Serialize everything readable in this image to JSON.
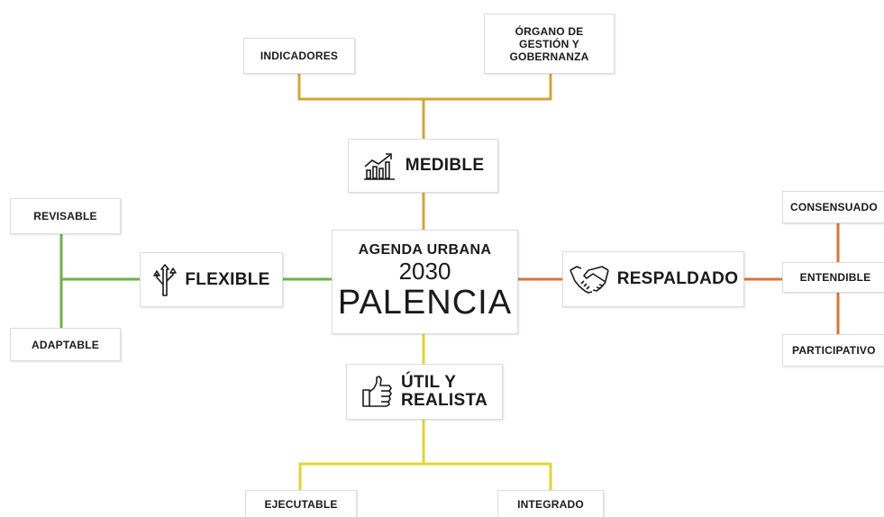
{
  "center": {
    "line1": "AGENDA URBANA",
    "line2": "2030",
    "line3": "PALENCIA"
  },
  "pillars": {
    "medible": {
      "label": "MEDIBLE",
      "icon": "bar-chart-growth-icon"
    },
    "flexible": {
      "label": "FLEXIBLE",
      "icon": "branching-arrows-icon"
    },
    "respaldado": {
      "label": "RESPALDADO",
      "icon": "handshake-icon"
    },
    "util": {
      "line1": "ÚTIL Y",
      "line2": "REALISTA",
      "icon": "thumbs-up-icon"
    }
  },
  "leaves": {
    "indicadores": "INDICADORES",
    "organo": [
      "ÓRGANO DE",
      "GESTIÓN Y",
      "GOBERNANZA"
    ],
    "revisable": "REVISABLE",
    "adaptable": "ADAPTABLE",
    "consensuado": "CONSENSUADO",
    "entendible": "ENTENDIBLE",
    "participativo": "PARTICIPATIVO",
    "ejecutable": "EJECUTABLE",
    "integrado": "INTEGRADO"
  },
  "colors": {
    "medible_branch": "#d4a437",
    "flexible_branch": "#6cb246",
    "respaldado_branch": "#d9733a",
    "util_branch": "#e3d52f"
  }
}
